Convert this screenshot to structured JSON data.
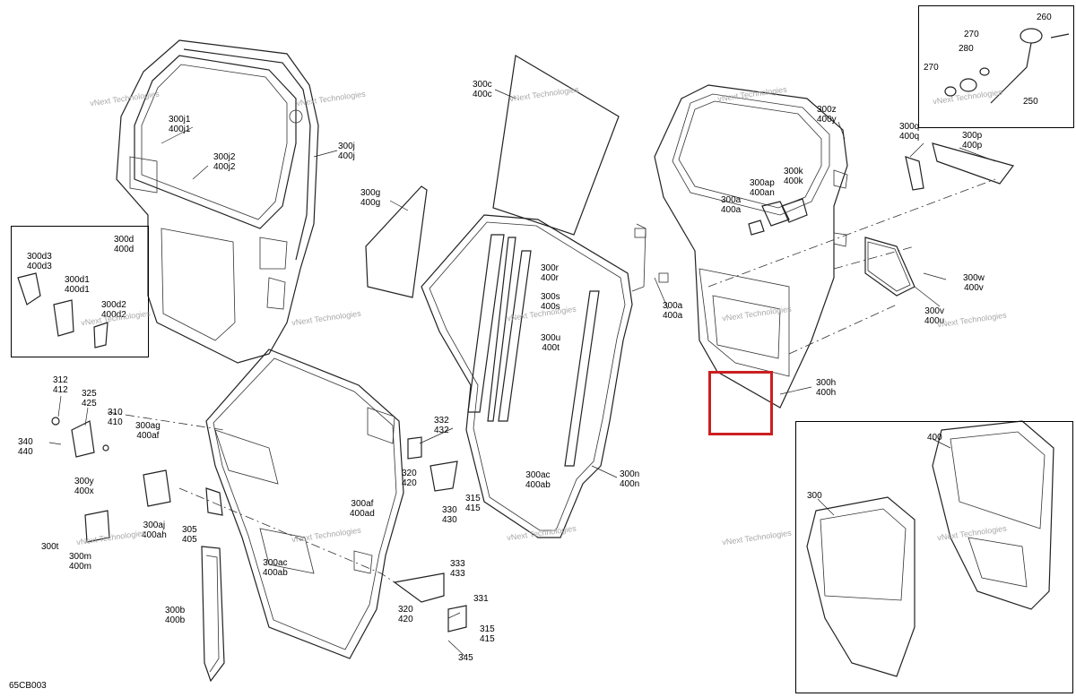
{
  "diagram_code": "65CB003",
  "watermark": "vNext Technologies",
  "colors": {
    "highlight": "#cc1f1f",
    "line": "#222222"
  },
  "labels": [
    {
      "id": "lbl-260",
      "lines": [
        "260"
      ]
    },
    {
      "id": "lbl-270a",
      "lines": [
        "270"
      ]
    },
    {
      "id": "lbl-270b",
      "lines": [
        "270"
      ]
    },
    {
      "id": "lbl-280",
      "lines": [
        "280"
      ]
    },
    {
      "id": "lbl-250",
      "lines": [
        "250"
      ]
    },
    {
      "id": "lbl-300c",
      "lines": [
        "300c",
        "400c"
      ]
    },
    {
      "id": "lbl-300j1",
      "lines": [
        "300j1",
        "400j1"
      ]
    },
    {
      "id": "lbl-300j2",
      "lines": [
        "300j2",
        "400j2"
      ]
    },
    {
      "id": "lbl-300j",
      "lines": [
        "300j",
        "400j"
      ]
    },
    {
      "id": "lbl-300g",
      "lines": [
        "300g",
        "400g"
      ]
    },
    {
      "id": "lbl-300z",
      "lines": [
        "300z",
        "400y"
      ]
    },
    {
      "id": "lbl-300q",
      "lines": [
        "300q",
        "400q"
      ]
    },
    {
      "id": "lbl-300p",
      "lines": [
        "300p",
        "400p"
      ]
    },
    {
      "id": "lbl-300ap",
      "lines": [
        "300ap",
        "400an"
      ]
    },
    {
      "id": "lbl-300k",
      "lines": [
        "300k",
        "400k"
      ]
    },
    {
      "id": "lbl-300a-top",
      "lines": [
        "300a",
        "400a"
      ]
    },
    {
      "id": "lbl-300d",
      "lines": [
        "300d",
        "400d"
      ]
    },
    {
      "id": "lbl-300d3",
      "lines": [
        "300d3",
        "400d3"
      ]
    },
    {
      "id": "lbl-300d1",
      "lines": [
        "300d1",
        "400d1"
      ]
    },
    {
      "id": "lbl-300d2",
      "lines": [
        "300d2",
        "400d2"
      ]
    },
    {
      "id": "lbl-300r",
      "lines": [
        "300r",
        "400r"
      ]
    },
    {
      "id": "lbl-300s",
      "lines": [
        "300s",
        "400s"
      ]
    },
    {
      "id": "lbl-300u",
      "lines": [
        "300u",
        "400t"
      ]
    },
    {
      "id": "lbl-300a-mid",
      "lines": [
        "300a",
        "400a"
      ]
    },
    {
      "id": "lbl-300w",
      "lines": [
        "300w",
        "400v"
      ]
    },
    {
      "id": "lbl-300v",
      "lines": [
        "300v",
        "400u"
      ]
    },
    {
      "id": "lbl-300h",
      "lines": [
        "300h",
        "400h"
      ]
    },
    {
      "id": "lbl-312",
      "lines": [
        "312",
        "412"
      ]
    },
    {
      "id": "lbl-325",
      "lines": [
        "325",
        "425"
      ]
    },
    {
      "id": "lbl-310",
      "lines": [
        "310",
        "410"
      ]
    },
    {
      "id": "lbl-300ag",
      "lines": [
        "300ag",
        "400af"
      ]
    },
    {
      "id": "lbl-340",
      "lines": [
        "340",
        "440"
      ]
    },
    {
      "id": "lbl-332",
      "lines": [
        "332",
        "432"
      ]
    },
    {
      "id": "lbl-300y",
      "lines": [
        "300y",
        "400x"
      ]
    },
    {
      "id": "lbl-320a",
      "lines": [
        "320",
        "420"
      ]
    },
    {
      "id": "lbl-315a",
      "lines": [
        "315",
        "415"
      ]
    },
    {
      "id": "lbl-330",
      "lines": [
        "330",
        "430"
      ]
    },
    {
      "id": "lbl-300ac",
      "lines": [
        "300ac",
        "400ab"
      ]
    },
    {
      "id": "lbl-300n",
      "lines": [
        "300n",
        "400n"
      ]
    },
    {
      "id": "lbl-300af",
      "lines": [
        "300af",
        "400ad"
      ]
    },
    {
      "id": "lbl-300aj",
      "lines": [
        "300aj",
        "400ah"
      ]
    },
    {
      "id": "lbl-305",
      "lines": [
        "305",
        "405"
      ]
    },
    {
      "id": "lbl-300t",
      "lines": [
        "300t"
      ]
    },
    {
      "id": "lbl-300m",
      "lines": [
        "300m",
        "400m"
      ]
    },
    {
      "id": "lbl-300ac-b",
      "lines": [
        "300ac",
        "400ab"
      ]
    },
    {
      "id": "lbl-333",
      "lines": [
        "333",
        "433"
      ]
    },
    {
      "id": "lbl-331",
      "lines": [
        "331"
      ]
    },
    {
      "id": "lbl-320b",
      "lines": [
        "320",
        "420"
      ]
    },
    {
      "id": "lbl-315b",
      "lines": [
        "315",
        "415"
      ]
    },
    {
      "id": "lbl-345",
      "lines": [
        "345"
      ]
    },
    {
      "id": "lbl-300b",
      "lines": [
        "300b",
        "400b"
      ]
    },
    {
      "id": "lbl-400",
      "lines": [
        "400"
      ]
    },
    {
      "id": "lbl-300",
      "lines": [
        "300"
      ]
    }
  ]
}
